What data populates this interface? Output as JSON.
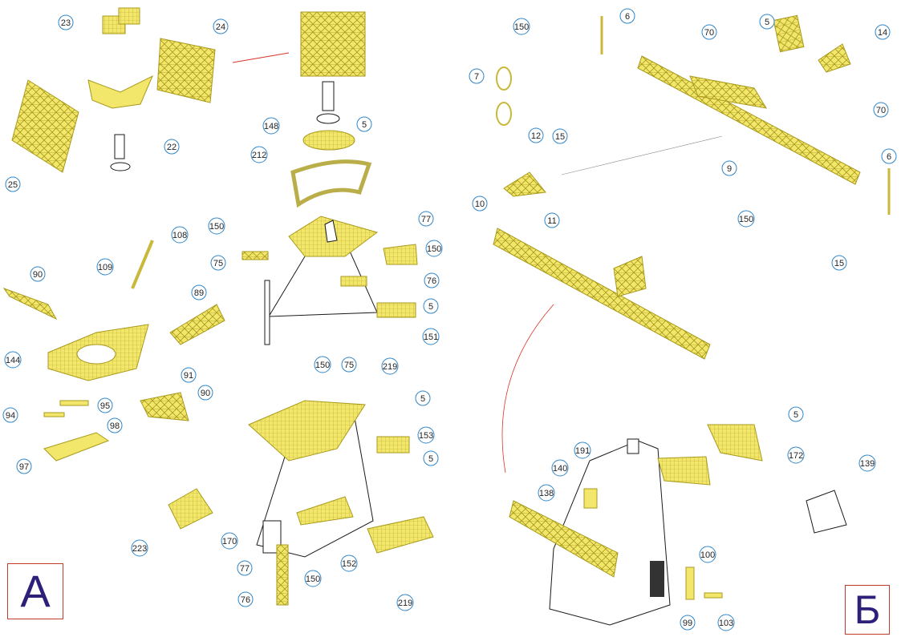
{
  "colors": {
    "etch": "#f2e66b",
    "etch_stroke": "#a89a1c",
    "outline": "#1a1a1a",
    "callout_ring": "#2f86c9",
    "leader_red": "#d9342b",
    "label_ink": "#2e1f7a"
  },
  "panels": {
    "left": "А",
    "right": "Б"
  },
  "callouts": [
    {
      "id": "c1",
      "label": "23"
    },
    {
      "id": "c2",
      "label": "24"
    },
    {
      "id": "c3",
      "label": "22"
    },
    {
      "id": "c4",
      "label": "25"
    },
    {
      "id": "c5",
      "label": "148"
    },
    {
      "id": "c6",
      "label": "5"
    },
    {
      "id": "c7",
      "label": "212"
    },
    {
      "id": "c8",
      "label": "150"
    },
    {
      "id": "c9",
      "label": "75"
    },
    {
      "id": "c10",
      "label": "77"
    },
    {
      "id": "c11",
      "label": "150"
    },
    {
      "id": "c12",
      "label": "76"
    },
    {
      "id": "c13",
      "label": "5"
    },
    {
      "id": "c14",
      "label": "151"
    },
    {
      "id": "c15",
      "label": "150"
    },
    {
      "id": "c16",
      "label": "75"
    },
    {
      "id": "c17",
      "label": "219"
    },
    {
      "id": "c18",
      "label": "108"
    },
    {
      "id": "c19",
      "label": "109"
    },
    {
      "id": "c20",
      "label": "90"
    },
    {
      "id": "c21",
      "label": "89"
    },
    {
      "id": "c22",
      "label": "144"
    },
    {
      "id": "c23",
      "label": "91"
    },
    {
      "id": "c24",
      "label": "90"
    },
    {
      "id": "c25",
      "label": "94"
    },
    {
      "id": "c26",
      "label": "95"
    },
    {
      "id": "c27",
      "label": "98"
    },
    {
      "id": "c28",
      "label": "97"
    },
    {
      "id": "c29",
      "label": "5"
    },
    {
      "id": "c30",
      "label": "153"
    },
    {
      "id": "c31",
      "label": "5"
    },
    {
      "id": "c32",
      "label": "223"
    },
    {
      "id": "c33",
      "label": "170"
    },
    {
      "id": "c34",
      "label": "152"
    },
    {
      "id": "c35",
      "label": "77"
    },
    {
      "id": "c36",
      "label": "150"
    },
    {
      "id": "c37",
      "label": "76"
    },
    {
      "id": "c38",
      "label": "219"
    },
    {
      "id": "c39",
      "label": "150"
    },
    {
      "id": "c40",
      "label": "6"
    },
    {
      "id": "c41",
      "label": "70"
    },
    {
      "id": "c42",
      "label": "5"
    },
    {
      "id": "c43",
      "label": "14"
    },
    {
      "id": "c44",
      "label": "7"
    },
    {
      "id": "c45",
      "label": "12"
    },
    {
      "id": "c46",
      "label": "15"
    },
    {
      "id": "c47",
      "label": "70"
    },
    {
      "id": "c48",
      "label": "9"
    },
    {
      "id": "c49",
      "label": "6"
    },
    {
      "id": "c50",
      "label": "10"
    },
    {
      "id": "c51",
      "label": "11"
    },
    {
      "id": "c52",
      "label": "150"
    },
    {
      "id": "c53",
      "label": "15"
    },
    {
      "id": "c54",
      "label": "5"
    },
    {
      "id": "c55",
      "label": "191"
    },
    {
      "id": "c56",
      "label": "172"
    },
    {
      "id": "c57",
      "label": "140"
    },
    {
      "id": "c58",
      "label": "138"
    },
    {
      "id": "c59",
      "label": "139"
    },
    {
      "id": "c60",
      "label": "100"
    },
    {
      "id": "c61",
      "label": "99"
    },
    {
      "id": "c62",
      "label": "103"
    }
  ]
}
